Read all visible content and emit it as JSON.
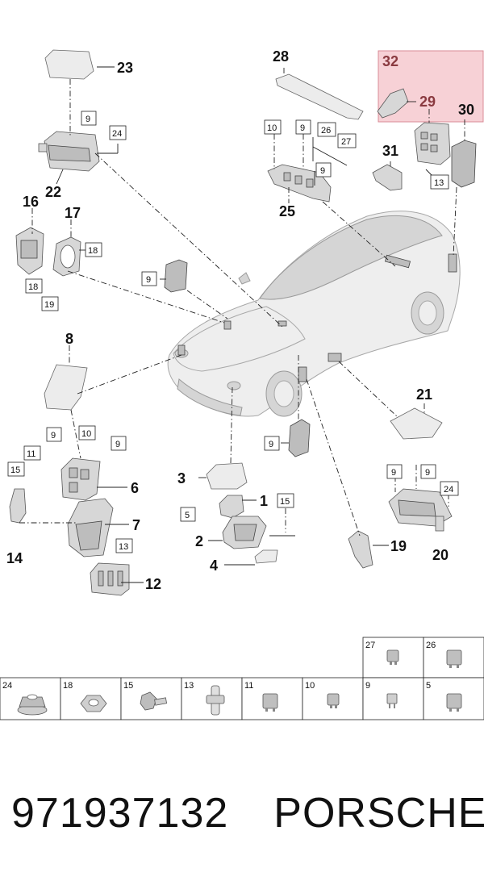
{
  "callouts": [
    "1",
    "2",
    "3",
    "4",
    "6",
    "7",
    "8",
    "12",
    "14",
    "16",
    "17",
    "19",
    "20",
    "21",
    "22",
    "23",
    "25",
    "28",
    "29",
    "30",
    "31",
    "32"
  ],
  "boxed_labels": [
    "5",
    "9",
    "10",
    "11",
    "13",
    "15",
    "18",
    "19",
    "24",
    "26",
    "27"
  ],
  "hardware_table": {
    "top_row": [
      {
        "num": "27",
        "icon": "relay-small-icon"
      },
      {
        "num": "26",
        "icon": "relay-icon"
      }
    ],
    "bottom_row": [
      {
        "num": "24",
        "icon": "flange-nut-icon"
      },
      {
        "num": "18",
        "icon": "nut-icon"
      },
      {
        "num": "15",
        "icon": "bolt-icon"
      },
      {
        "num": "13",
        "icon": "clip-icon"
      },
      {
        "num": "11",
        "icon": "relay-icon"
      },
      {
        "num": "10",
        "icon": "relay-small-icon"
      },
      {
        "num": "9",
        "icon": "fuse-icon"
      },
      {
        "num": "5",
        "icon": "relay-icon"
      }
    ]
  },
  "highlight_color": "#f7d1d6",
  "footer": {
    "part_number": "971937132",
    "brand": "PORSCHE"
  }
}
